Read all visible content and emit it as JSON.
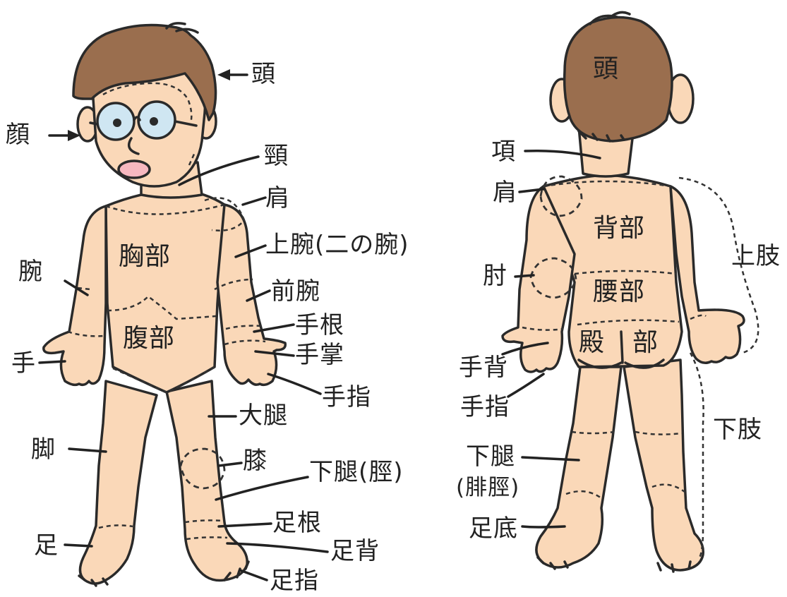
{
  "front": {
    "head": "頭",
    "face": "顔",
    "neck": "頸",
    "shoulder": "肩",
    "upper_arm": "上腕(二の腕)",
    "chest": "胸部",
    "arm": "腕",
    "forearm": "前腕",
    "wrist": "手根",
    "abdomen": "腹部",
    "palm": "手掌",
    "hand": "手",
    "fingers": "手指",
    "thigh": "大腿",
    "leg": "脚",
    "knee": "膝",
    "lower_leg": "下腿(脛)",
    "ankle": "足根",
    "foot": "足",
    "instep": "足背",
    "toes": "足指"
  },
  "back": {
    "head": "頭",
    "nape": "項",
    "shoulder": "肩",
    "back": "背部",
    "upper_limb": "上肢",
    "elbow": "肘",
    "lower_back": "腰部",
    "buttock_left": "殿",
    "buttock_right": "部",
    "hand_back": "手背",
    "fingers": "手指",
    "lower_limb": "下肢",
    "lower_leg": "下腿",
    "calf": "(腓脛)",
    "sole": "足底"
  },
  "colors": {
    "skin": "#fad8b8",
    "hair": "#9a6e4e",
    "outline": "#2a2a2a",
    "iris": "#cfe6f2"
  }
}
